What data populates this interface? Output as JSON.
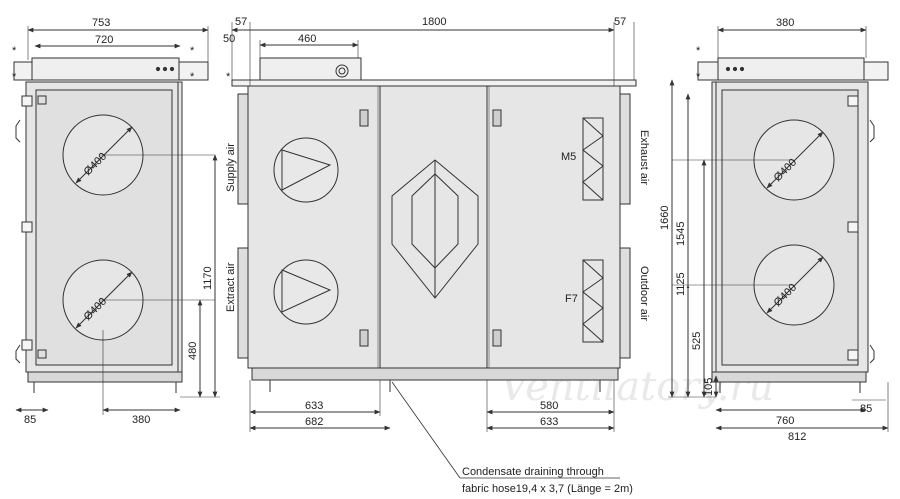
{
  "watermark": "Ventilatory.ru",
  "note_mark": "*",
  "left_view": {
    "width_outer": "753",
    "width_inner": "720",
    "circle_top": "Ø400",
    "circle_bottom": "Ø400",
    "dim_height_1170": "1170",
    "dim_height_480": "480",
    "dim_bottom_85": "85",
    "dim_bottom_380": "380"
  },
  "front_view": {
    "dim_57_left": "57",
    "dim_1800": "1800",
    "dim_57_right": "57",
    "dim_50": "50",
    "dim_460": "460",
    "supply_air": "Supply air",
    "extract_air": "Extract air",
    "exhaust_air": "Exhaust air",
    "outdoor_air": "Outdoor air",
    "filter_top": "M5",
    "filter_bottom": "F7",
    "dim_633_left": "633",
    "dim_682": "682",
    "dim_580": "580",
    "dim_633_right": "633",
    "note_line1": "Condensate draining through",
    "note_line2": "fabric hose19,4 x 3,7 (Länge = 2m)"
  },
  "right_view": {
    "width_top": "380",
    "circle_top": "Ø400",
    "circle_bottom": "Ø400",
    "dim_1660": "1660",
    "dim_1545": "1545",
    "dim_1125": "1125",
    "dim_525": "525",
    "dim_105": "105",
    "dim_760": "760",
    "dim_812": "812",
    "dim_85": "85"
  }
}
